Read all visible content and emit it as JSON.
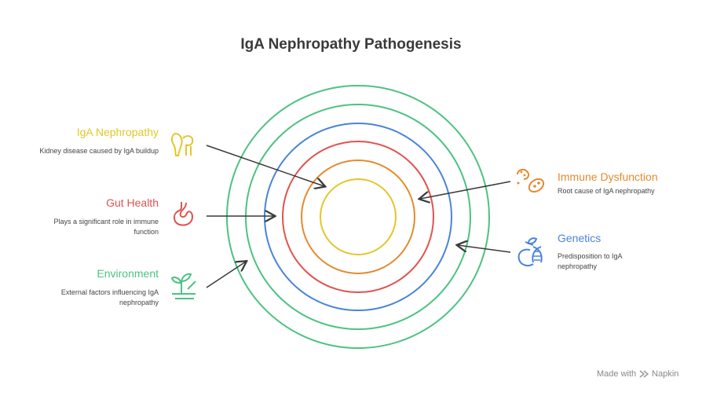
{
  "title": "IgA Nephropathy Pathogenesis",
  "colors": {
    "yellow": "#e2c72a",
    "orange": "#e58a2e",
    "red": "#e0534f",
    "blue": "#4a84d8",
    "green": "#4cc283",
    "arrow": "#3a3a3a"
  },
  "items": [
    {
      "label": "IgA Nephropathy",
      "desc": "Kidney disease caused by IgA buildup",
      "icon": "kidney-icon"
    },
    {
      "label": "Gut Health",
      "desc": "Plays a significant role in immune function",
      "icon": "stomach-icon"
    },
    {
      "label": "Environment",
      "desc": "External factors influencing IgA nephropathy",
      "icon": "sprout-icon"
    },
    {
      "label": "Immune Dysfunction",
      "desc": "Root cause of IgA nephropathy",
      "icon": "bacteria-icon"
    },
    {
      "label": "Genetics",
      "desc": "Predisposition to IgA nephropathy",
      "icon": "dna-icon"
    }
  ],
  "footer": {
    "made_with": "Made with",
    "brand": "Napkin"
  }
}
